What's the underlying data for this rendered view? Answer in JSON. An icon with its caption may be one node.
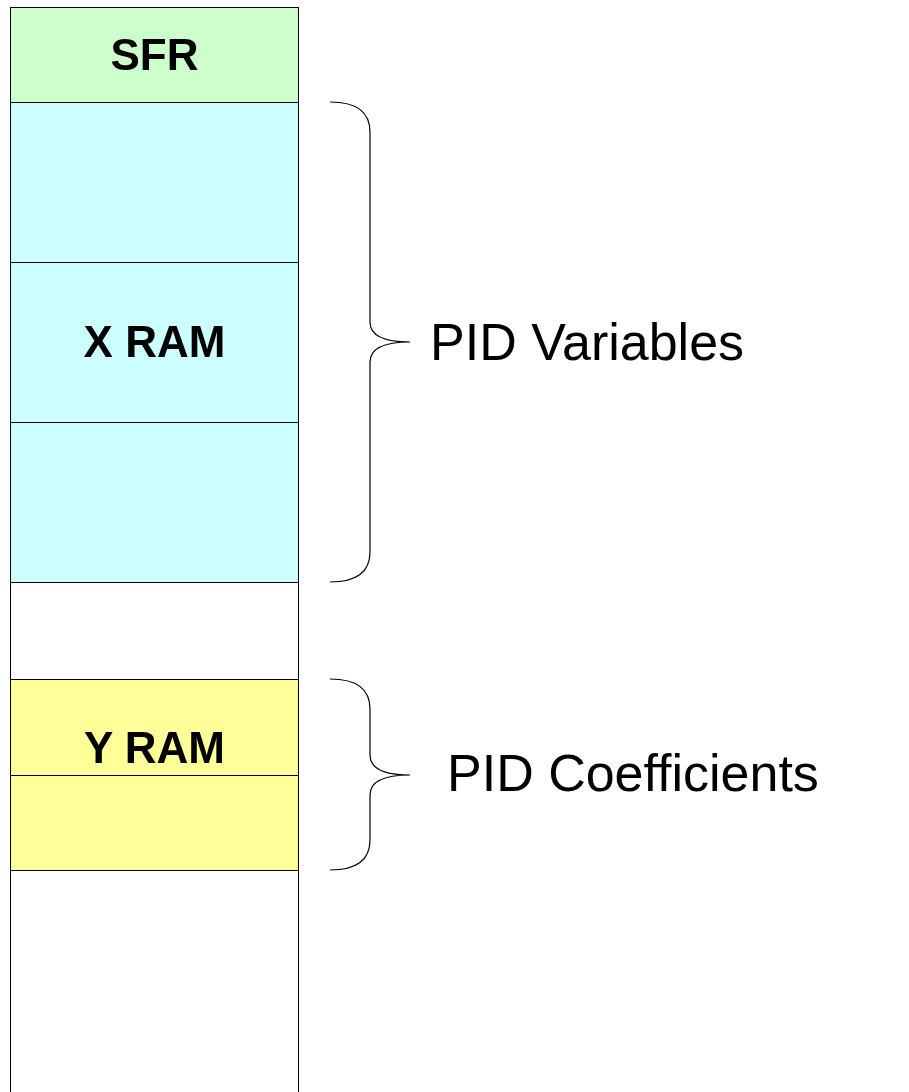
{
  "diagram": {
    "nodes": [
      {
        "text": [
          "SFR"
        ]
      },
      {
        "text": [],
        "shape": "box"
      },
      {
        "text": [
          "X RAM"
        ]
      },
      {
        "text": [],
        "shape": "box"
      },
      {
        "text": [],
        "shape": "box"
      },
      {
        "text": [
          "Y RAM"
        ]
      },
      {
        "text": [],
        "shape": "box"
      },
      {
        "text": [],
        "shape": "box"
      }
    ],
    "labels": [
      "PID Variables",
      "PID Coefficients"
    ]
  }
}
